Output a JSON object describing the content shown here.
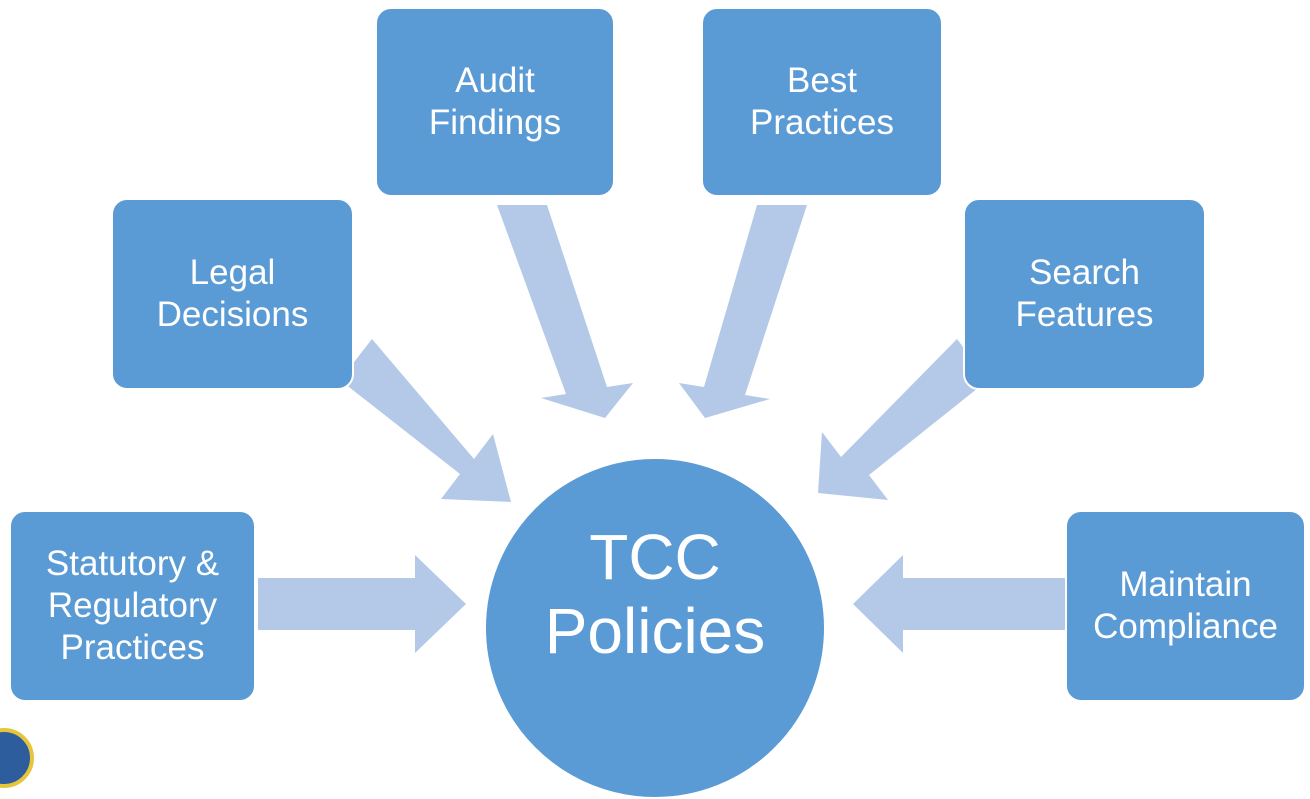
{
  "diagram": {
    "center": {
      "label": "TCC\nPolicies"
    },
    "inputs": [
      {
        "key": "statutory",
        "label": "Statutory &\nRegulatory\nPractices"
      },
      {
        "key": "legal",
        "label": "Legal\nDecisions"
      },
      {
        "key": "audit",
        "label": "Audit\nFindings"
      },
      {
        "key": "best",
        "label": "Best\nPractices"
      },
      {
        "key": "search",
        "label": "Search\nFeatures"
      },
      {
        "key": "compliance",
        "label": "Maintain\nCompliance"
      }
    ]
  },
  "colors": {
    "box_fill": "#5b9bd5",
    "arrow_fill": "#b4c9e7",
    "text": "#ffffff",
    "background": "#ffffff"
  }
}
